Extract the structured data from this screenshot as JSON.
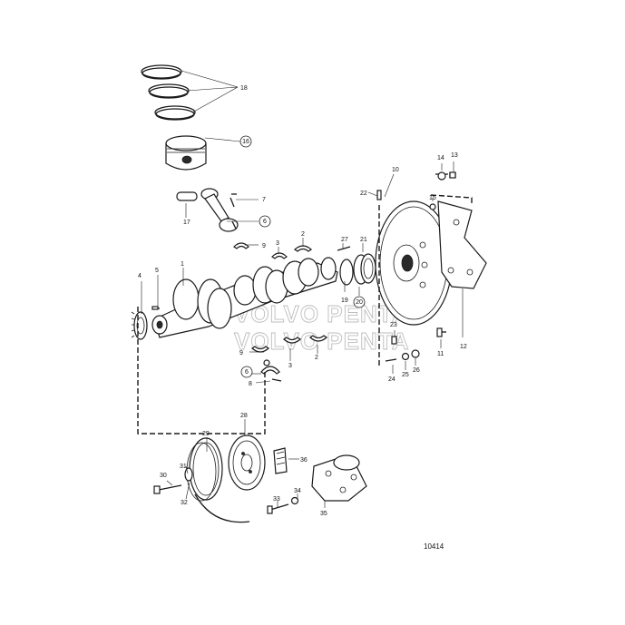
{
  "watermark": {
    "line1": "VOLVO PENTA",
    "line2": "VOLVO PENTA"
  },
  "drawing_number": "10414",
  "part_labels": {
    "p1": "1",
    "p2a": "2",
    "p2b": "2",
    "p3a": "3",
    "p3b": "3",
    "p4": "4",
    "p5": "5",
    "p6a": "6",
    "p6b": "6",
    "p7": "7",
    "p8": "8",
    "p9a": "9",
    "p9b": "9",
    "p10": "10",
    "p11": "11",
    "p12": "12",
    "p13": "13",
    "p14": "14",
    "p15": "15",
    "p16": "16",
    "p17": "17",
    "p18": "18",
    "p19": "19",
    "p20": "20",
    "p21": "21",
    "p22": "22",
    "p23": "23",
    "p24": "24",
    "p25": "25",
    "p26": "26",
    "p27": "27",
    "p28": "28",
    "p29": "29",
    "p30": "30",
    "p31": "31",
    "p32": "32",
    "p33": "33",
    "p34": "34",
    "p35": "35",
    "p36": "36"
  }
}
